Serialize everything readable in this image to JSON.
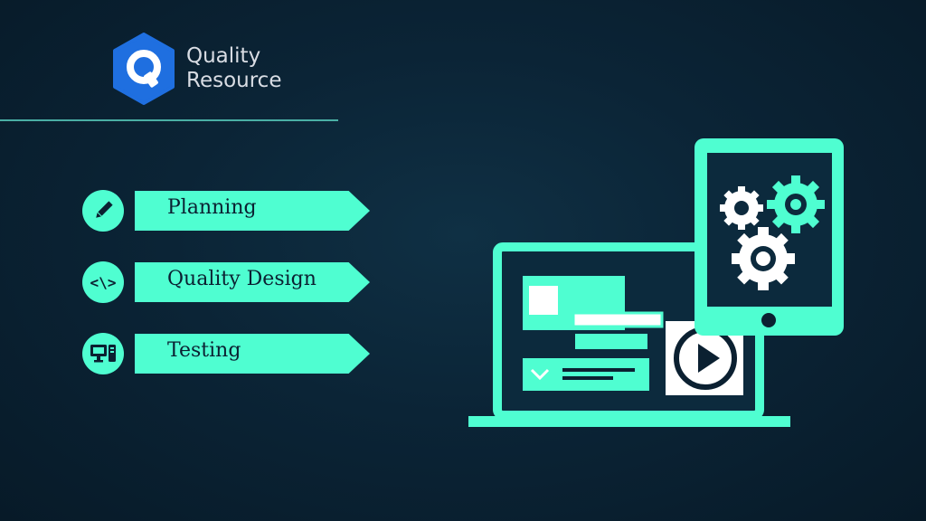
{
  "brand": {
    "line1": "Quality",
    "line2": "Resource",
    "logo_icon": "q-hexagon-logo",
    "logo_color": "#1f6fe0"
  },
  "accent_color": "#4ffed1",
  "steps": [
    {
      "label": "Planning",
      "icon": "pencil-icon"
    },
    {
      "label": "Quality Design",
      "icon": "code-icon",
      "glyph": "<\\>"
    },
    {
      "label": "Testing",
      "icon": "computer-icon"
    }
  ],
  "illustration": {
    "laptop": "laptop-icon",
    "tablet": "tablet-icon",
    "gears": "gears-icon",
    "play": "play-icon"
  }
}
